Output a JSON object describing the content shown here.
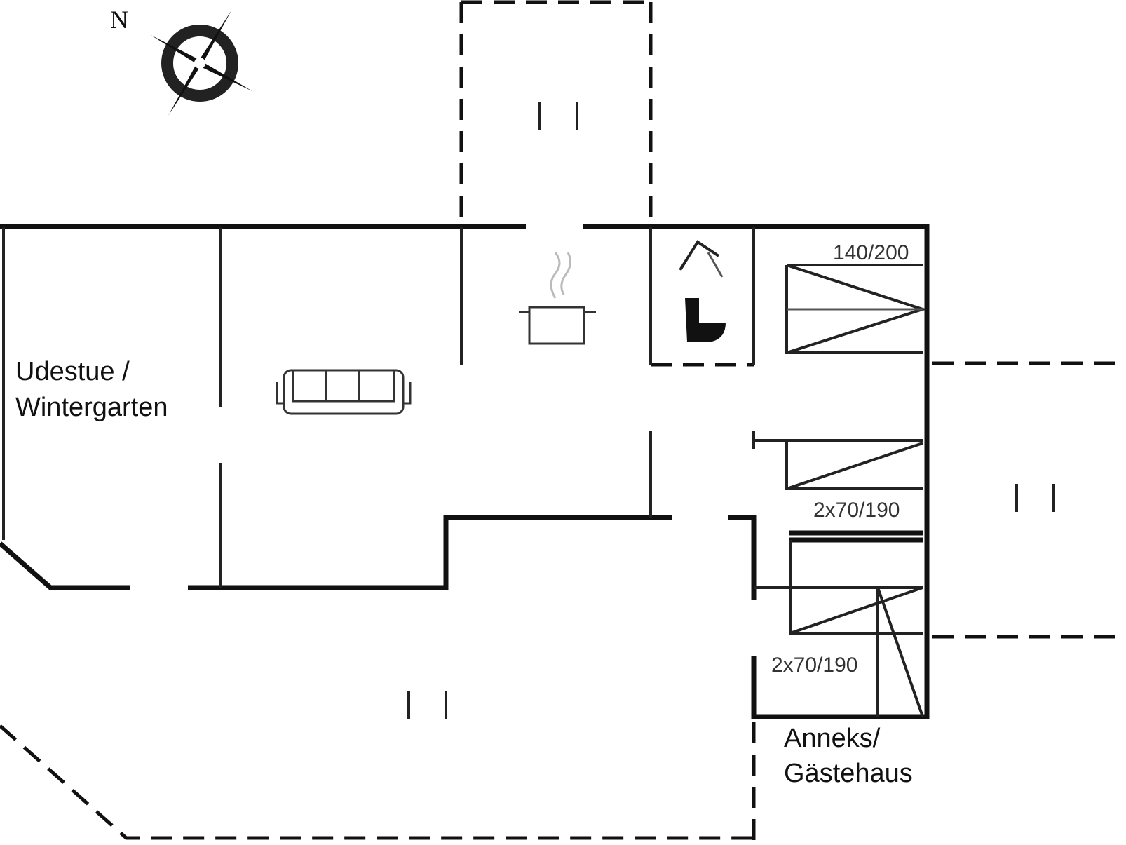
{
  "compass": {
    "north_label": "N"
  },
  "rooms": {
    "wintergarden": {
      "line1": "Udestue /",
      "line2": "Wintergarten"
    },
    "annex": {
      "line1": "Anneks/",
      "line2": "Gästehaus"
    }
  },
  "beds": {
    "double": "140/200",
    "twin_1": "2x70/190",
    "twin_2": "2x70/190"
  }
}
